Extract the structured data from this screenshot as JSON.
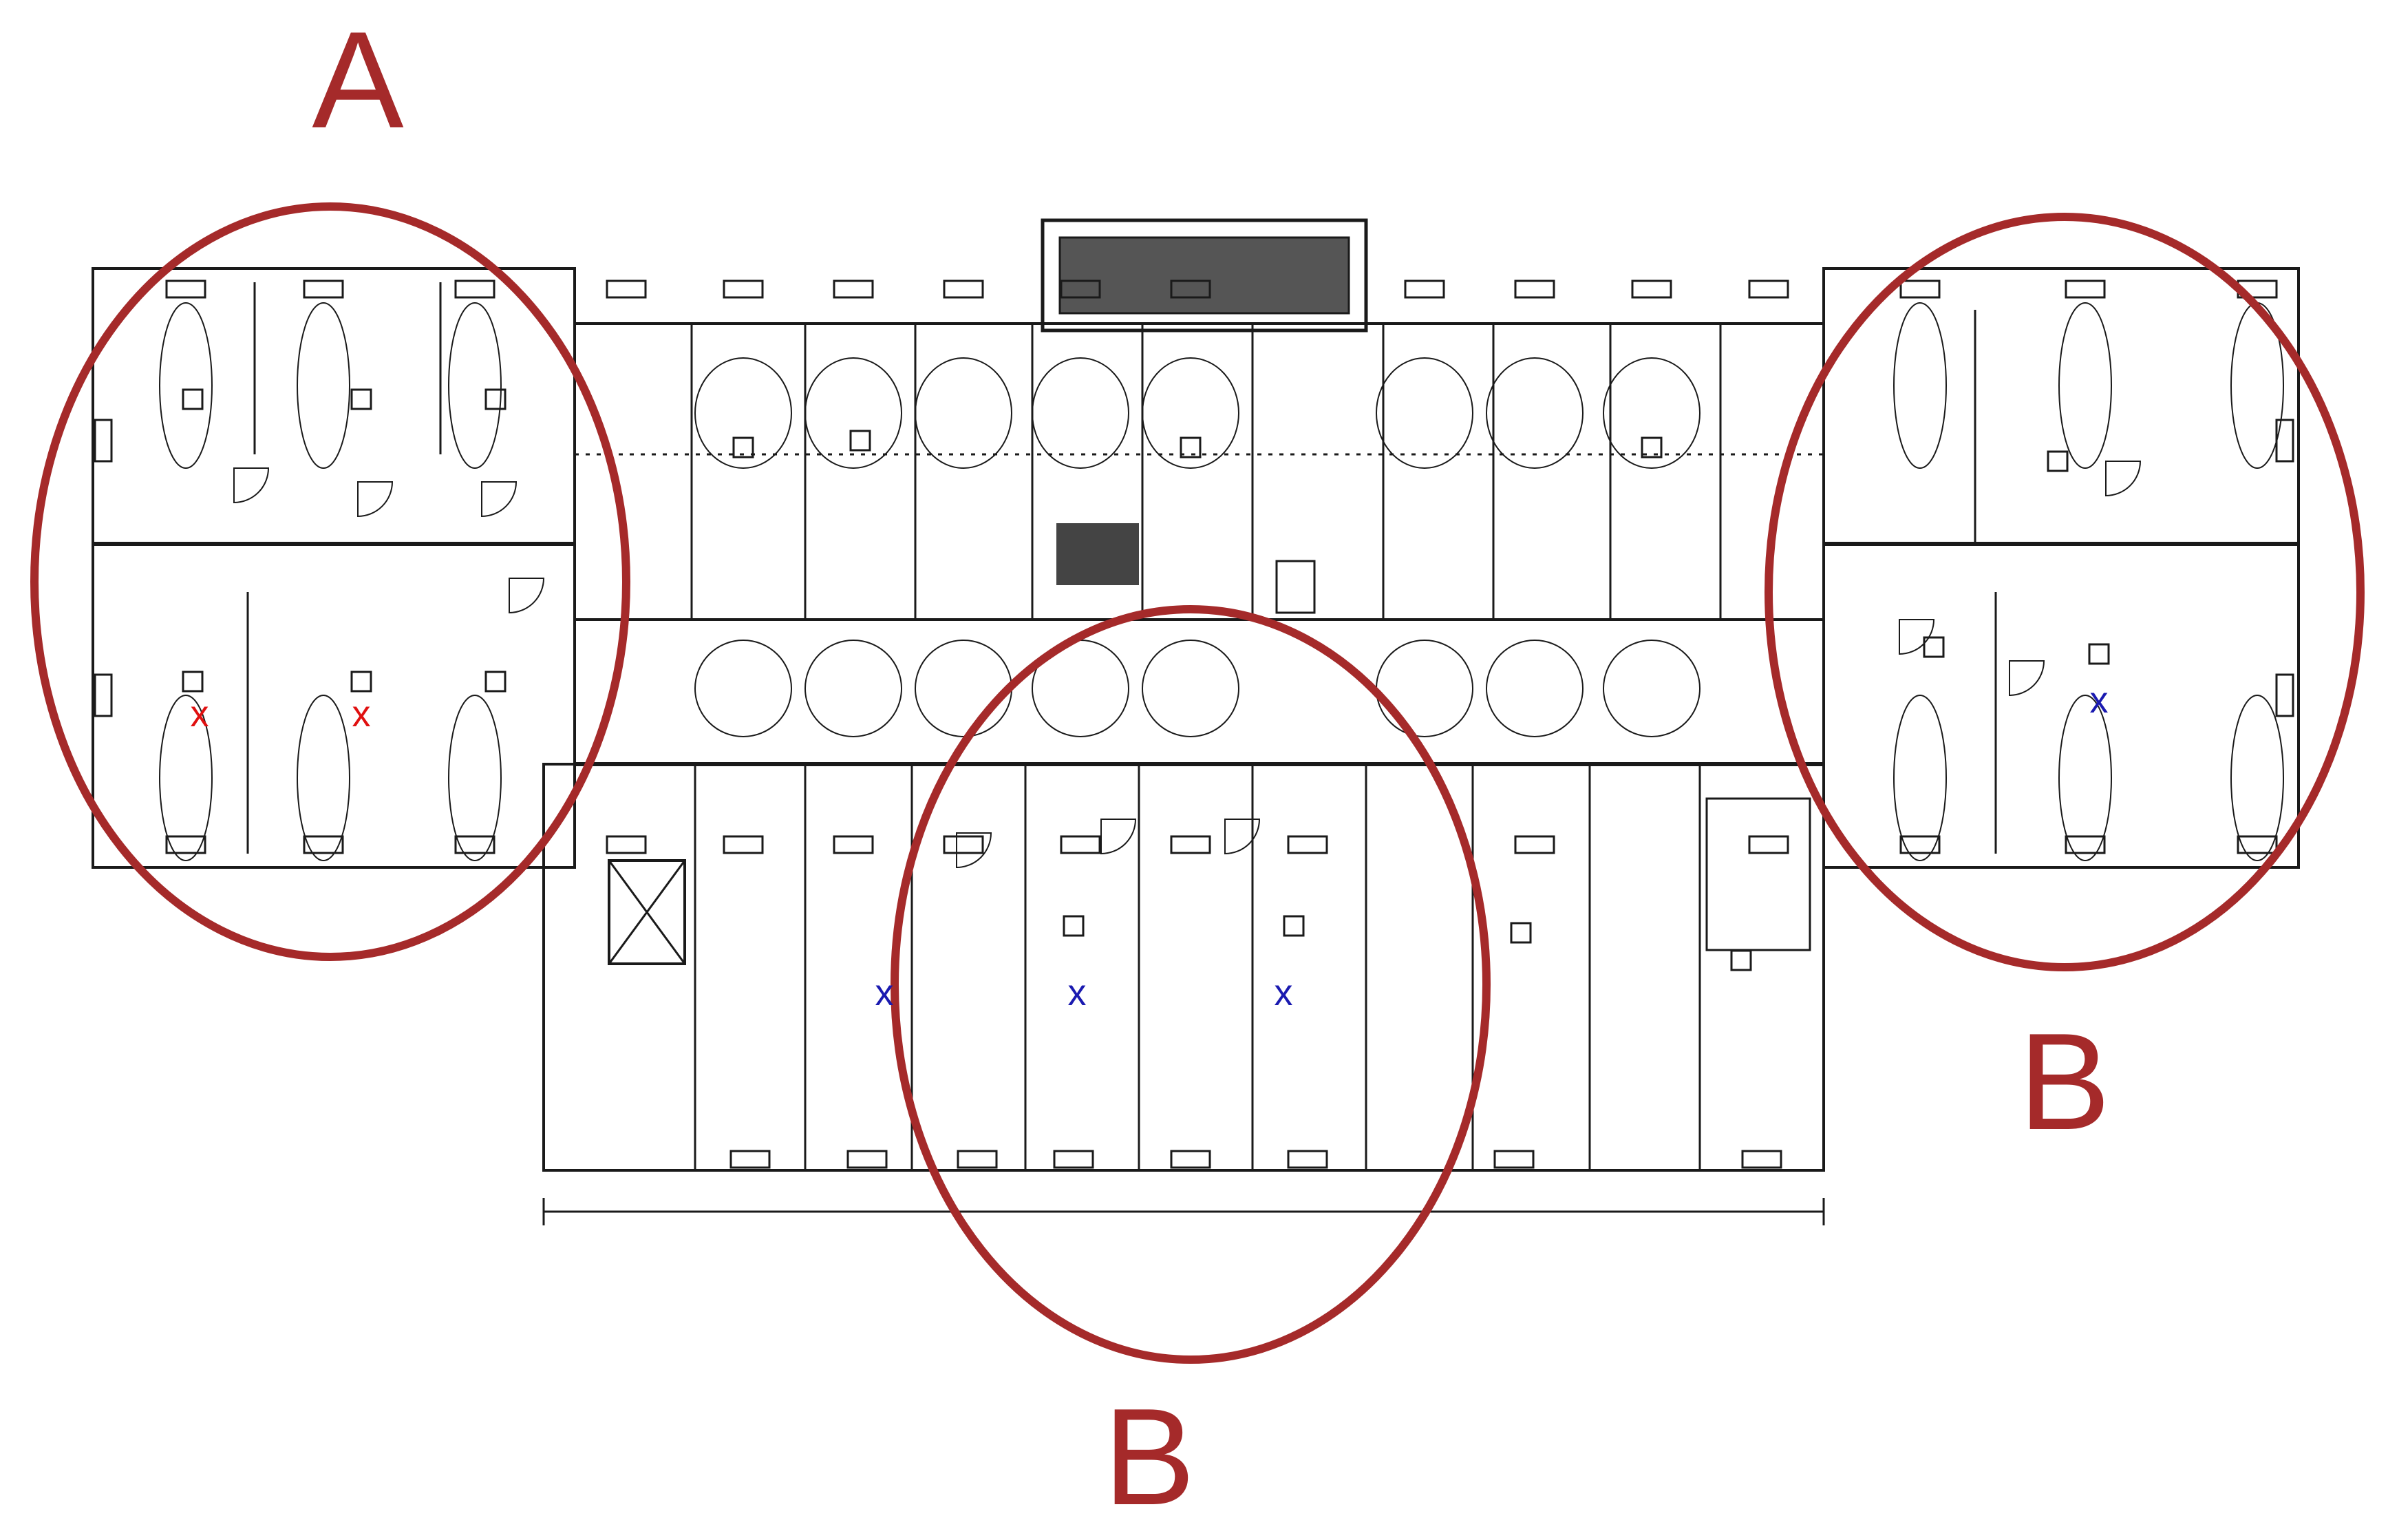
{
  "colors": {
    "zone_outline": "#A52A2A",
    "zone_letter": "#A52A2A",
    "marker_a": "#E01010",
    "marker_b": "#1A1AB0",
    "linework": "#1a1a1a",
    "background": "#ffffff"
  },
  "zones": [
    {
      "id": "a-left",
      "label": "A"
    },
    {
      "id": "b-center",
      "label": "B"
    },
    {
      "id": "b-right",
      "label": "B"
    }
  ],
  "markers": {
    "zone_a": [
      "x",
      "x"
    ],
    "zone_b": [
      "x",
      "x",
      "x",
      "x"
    ]
  },
  "icons": [
    "door-swing-icon",
    "light-fixture-icon",
    "window-icon",
    "stair-icon",
    "ventilation-shaft-icon"
  ]
}
